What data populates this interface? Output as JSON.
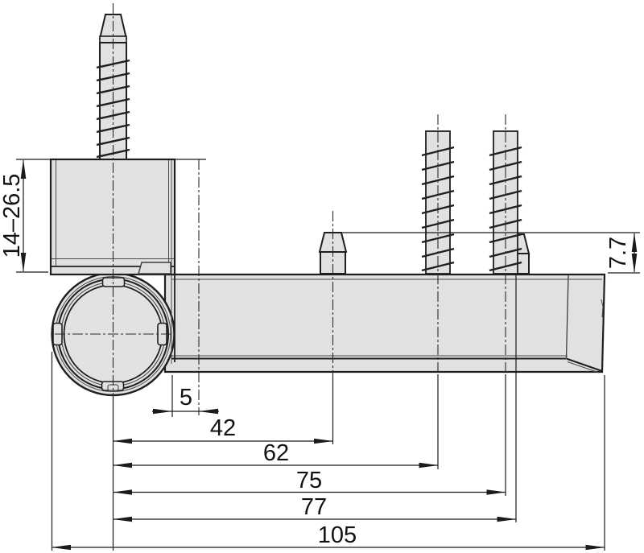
{
  "drawing": {
    "type": "technical-dimension-drawing",
    "subject": "door hinge side view with wood screws and mounting pins",
    "units": "mm",
    "labels": {
      "adjust_height": "14–26.5",
      "pin_height": "7.7",
      "dim_5": "5",
      "dim_42": "42",
      "dim_62": "62",
      "dim_75": "75",
      "dim_77": "77",
      "dim_105": "105"
    },
    "colors": {
      "part_fill": "#e1e1e1",
      "inner_fill": "#e5e5e5",
      "outline": "#1f1f1f",
      "dimension_line": "#1a1a1a",
      "background": "#ffffff"
    }
  }
}
